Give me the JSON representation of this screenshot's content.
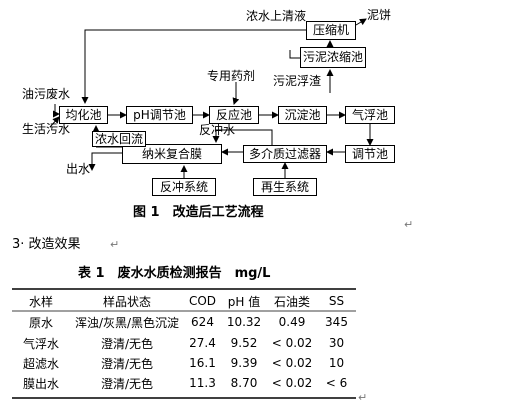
{
  "flow": {
    "inputs": {
      "oily_wastewater": "油污废水",
      "domestic_sewage": "生活污水"
    },
    "outputs": {
      "effluent": "出水",
      "sludge_cake": "泥饼",
      "concentrate_supernatant": "浓水上清液"
    },
    "units": {
      "equalization": "均化池",
      "ph_adjust": "pH调节池",
      "reaction": "反应池",
      "sedimentation": "沉淀池",
      "flotation": "气浮池",
      "regulating": "调节池",
      "multimedia_filter": "多介质过滤器",
      "nano_membrane": "纳米复合膜",
      "sludge_thickener": "污泥浓缩池",
      "filter_press": "压缩机",
      "backwash_system": "反冲系统",
      "regeneration_system": "再生系统"
    },
    "annotations": {
      "chemical_agent": "专用药剂",
      "sludge_scum": "污泥浮渣",
      "concentrate_return": "浓水回流",
      "backwash_water": "反冲水"
    },
    "caption": "图 1　改造后工艺流程"
  },
  "section": {
    "heading": "3· 改造效果",
    "return_mark": "↵"
  },
  "table": {
    "caption": "表 1　废水水质检测报告　mg/L",
    "headers": [
      "水样",
      "样品状态",
      "COD",
      "pH 值",
      "石油类",
      "SS"
    ],
    "rows": [
      [
        "原水",
        "浑浊/灰黑/黑色沉淀",
        "624",
        "10.32",
        "0.49",
        "345"
      ],
      [
        "气浮水",
        "澄清/无色",
        "27.4",
        "9.52",
        "< 0.02",
        "30"
      ],
      [
        "超滤水",
        "澄清/无色",
        "16.1",
        "9.39",
        "< 0.02",
        "10"
      ],
      [
        "膜出水",
        "澄清/无色",
        "11.3",
        "8.70",
        "< 0.02",
        "< 6"
      ]
    ]
  }
}
